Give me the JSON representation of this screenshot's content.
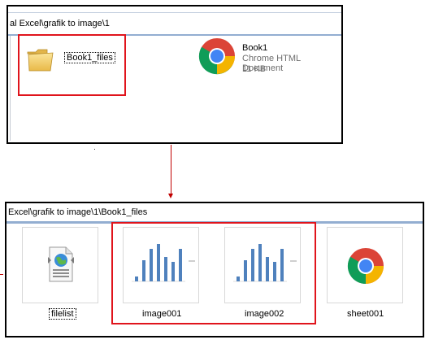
{
  "top_window": {
    "path": "al Excel\\grafik to image\\1",
    "folder": {
      "name": "Book1_files",
      "icon": "folder-icon"
    },
    "file": {
      "name": "Book1",
      "type": "Chrome HTML Document",
      "size": "11 KB",
      "icon": "chrome-icon"
    }
  },
  "bottom_window": {
    "path": "Excel\\grafik to image\\1\\Book1_files",
    "items": [
      {
        "name": "filelist",
        "icon": "web-document-icon"
      },
      {
        "name": "image001",
        "icon": "bar-chart-thumbnail"
      },
      {
        "name": "image002",
        "icon": "bar-chart-thumbnail"
      },
      {
        "name": "sheet001",
        "icon": "chrome-icon"
      }
    ]
  },
  "colors": {
    "highlight": "#e0141c",
    "arrow": "#c00000",
    "pathbar_rule": "#93aed1",
    "bar": "#4f81bd"
  }
}
